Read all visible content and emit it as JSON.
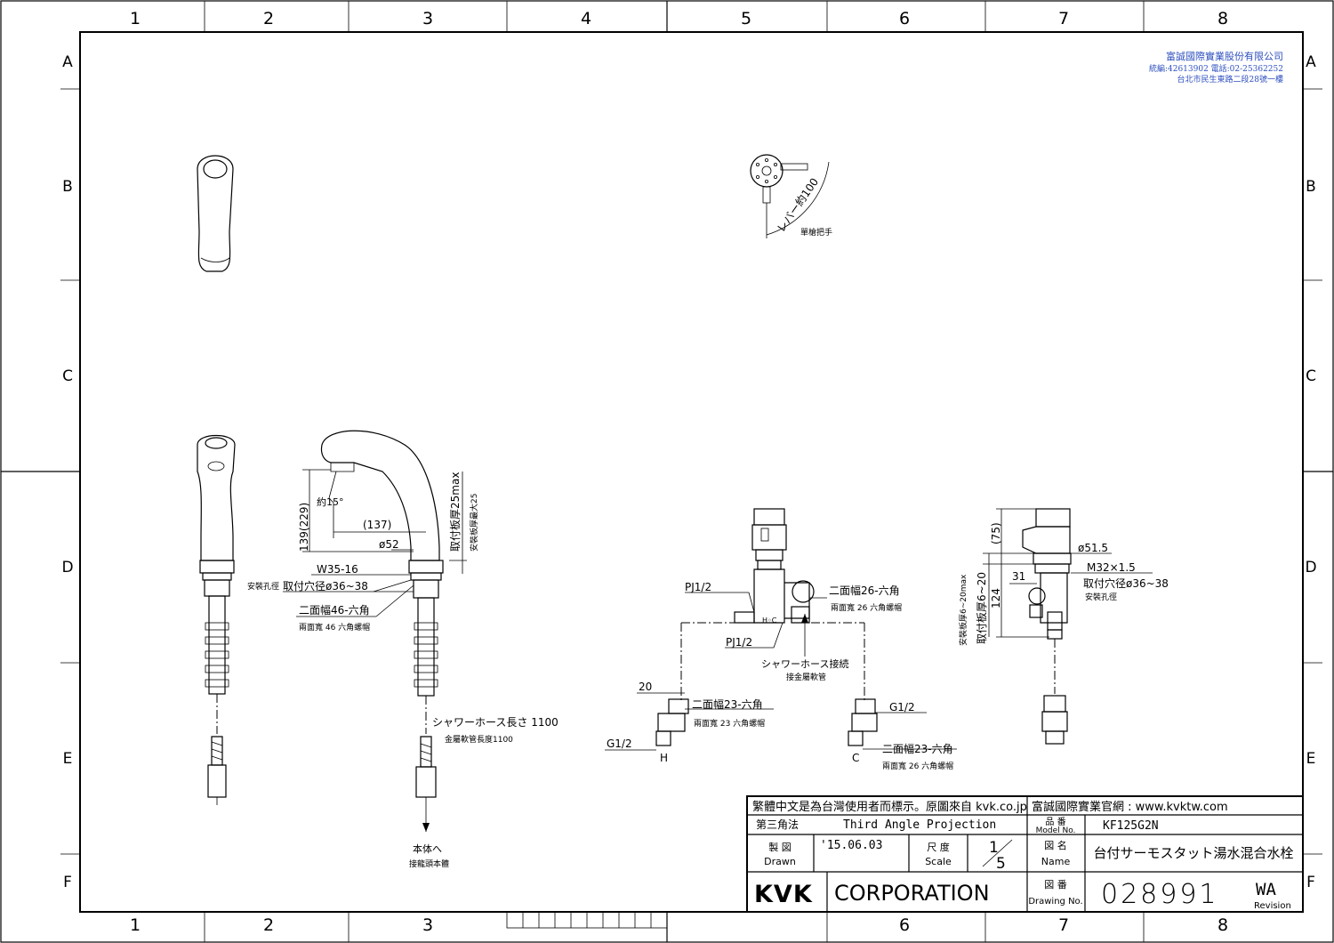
{
  "frame": {
    "columns": [
      "1",
      "2",
      "3",
      "4",
      "5",
      "6",
      "7",
      "8"
    ],
    "rows": [
      "A",
      "B",
      "C",
      "D",
      "E",
      "F"
    ]
  },
  "company_stamp": {
    "name": "富誠國際實業股份有限公司",
    "ids": "統編:42613902 電話:02-25362252",
    "address": "台北市民生東路二段28號一樓"
  },
  "top_view": {
    "lever_dim": "レバー約100",
    "lever_note": "單槍把手"
  },
  "side_view": {
    "angle": "約15°",
    "height_dim": "139(229)",
    "reach_dim": "(137)",
    "spout_dia": "ø52",
    "thread": "W35-16",
    "hole_note_small": "安裝孔徑",
    "hole_note": "取付穴径ø36~38",
    "hex_nut": "二面幅46-六角",
    "hex_nut_note": "兩面寬 46 六角螺帽",
    "plate_dim": "取付板厚25max",
    "plate_note": "安裝板厚最大25",
    "hose_len": "シャワーホース長さ 1100",
    "hose_note": "金屬軟管長度1100",
    "to_body": "本体へ",
    "to_body_note": "接龍頭本體"
  },
  "valve_view": {
    "pj_top": "PJ1/2",
    "pj_bottom": "PJ1/2",
    "hex26": "二面幅26-六角",
    "hex26_note": "兩面寬 26 六角螺帽",
    "shower_conn": "シャワーホース接続",
    "shower_conn_note": "接金屬軟管",
    "h_dim20": "20",
    "h_hex": "二面幅23-六角",
    "h_hex_note": "兩面寬 23 六角螺帽",
    "h_thread": "G1/2",
    "h_label": "H",
    "c_thread": "G1/2",
    "c_hex": "二面幅23-六角",
    "c_hex_note": "兩面寬 26 六角螺帽",
    "c_label": "C"
  },
  "body_view": {
    "dim75": "(75)",
    "dia": "ø51.5",
    "thread": "M32×1.5",
    "hole": "取付穴径ø36~38",
    "hole_note": "安裝孔徑",
    "dim31": "31",
    "dim124": "124",
    "plate": "取付板厚6~20",
    "plate_note": "安裝板厚6~20max"
  },
  "title_block": {
    "notice": "繁體中文是為台灣使用者而標示。原圖來自 kvk.co.jp",
    "website": "富誠國際實業官網 : www.kvktw.com",
    "projection_jp": "第三角法",
    "projection_en": "Third Angle Projection",
    "model_label_jp": "品 番",
    "model_label_en": "Model No.",
    "model_no": "KF125G2N",
    "drawn_jp": "製 図",
    "drawn_en": "Drawn",
    "date": "'15.06.03",
    "scale_jp": "尺 度",
    "scale_en": "Scale",
    "scale_num": "1",
    "scale_den": "5",
    "name_jp": "図 名",
    "name_en": "Name",
    "product_name": "台付サーモスタット湯水混合水栓",
    "company_logo": "KVK",
    "company_suffix": "CORPORATION",
    "drawing_label_jp": "図 番",
    "drawing_label_en": "Drawing No.",
    "drawing_no": "028991",
    "revision": "WA",
    "revision_label": "Revision"
  }
}
